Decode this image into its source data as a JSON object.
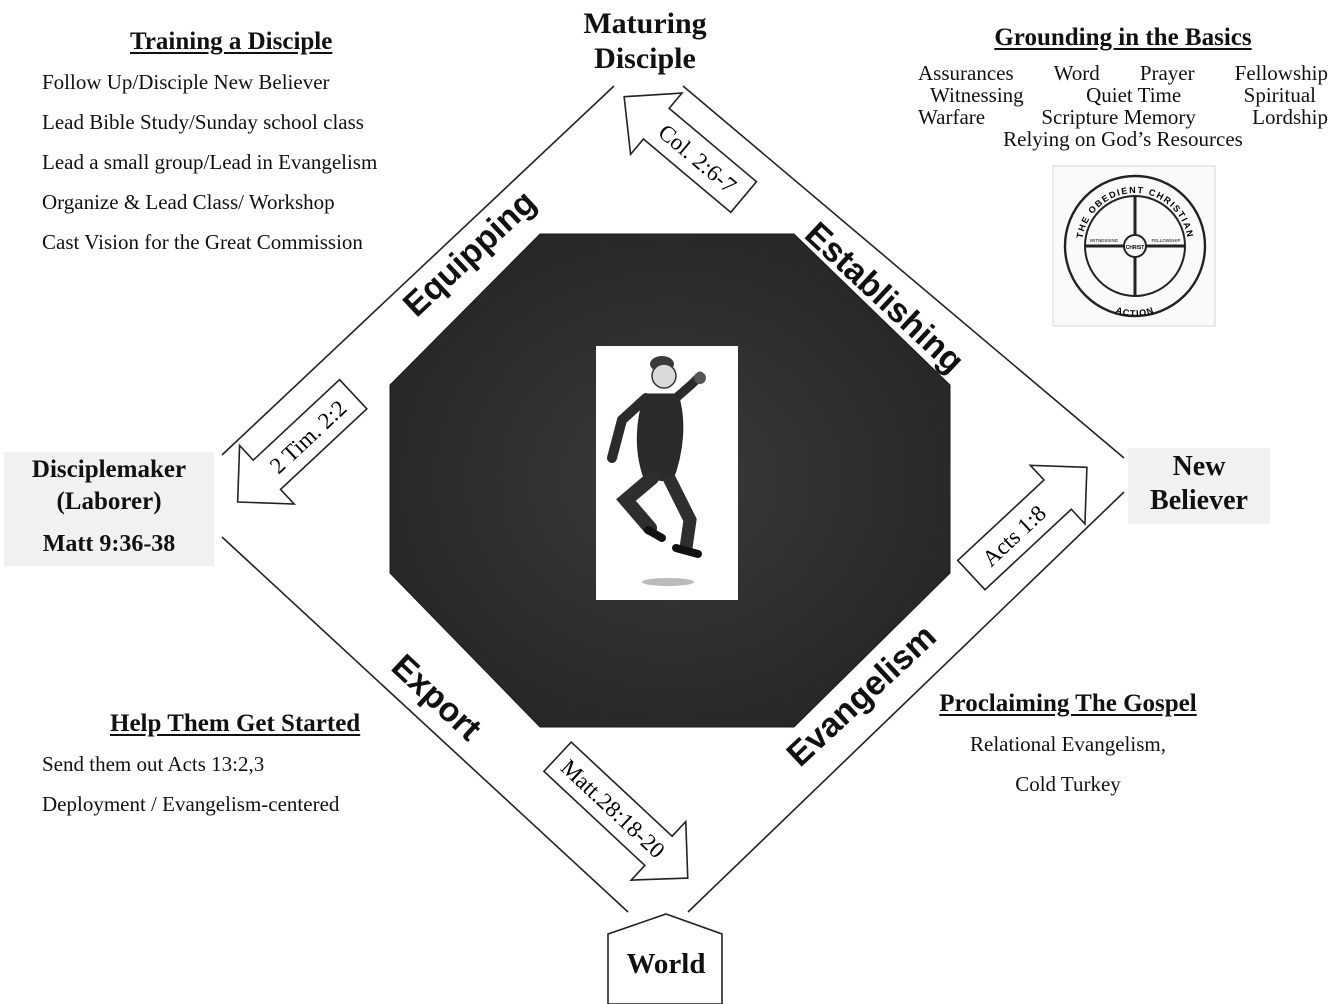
{
  "nodes": {
    "maturing": [
      "Maturing",
      "Disciple"
    ],
    "new_believer": [
      "New",
      "Believer"
    ],
    "disciplemaker": [
      "Disciplemaker",
      "(Laborer)"
    ],
    "disciplemaker_ref": "Matt 9:36-38",
    "world": "World"
  },
  "phases": {
    "equipping": "Equipping",
    "establishing": "Establishing",
    "evangelism": "Evangelism",
    "export": "Export"
  },
  "arrows": {
    "col": "Col. 2:6-7",
    "tim": "2 Tim. 2:2",
    "acts": "Acts 1:8",
    "matt": "Matt.28:18-20"
  },
  "training": {
    "title": "Training a Disciple",
    "items": [
      "Follow Up/Disciple New Believer",
      "Lead Bible Study/Sunday school class",
      "Lead a small group/Lead in Evangelism",
      "Organize & Lead  Class/ Workshop",
      "Cast Vision for the Great Commission"
    ]
  },
  "grounding": {
    "title": "Grounding in the Basics",
    "row1": [
      "Assurances",
      "Word",
      "Prayer",
      "Fellowship"
    ],
    "row2": [
      "Witnessing",
      "Quiet Time",
      "Spiritual"
    ],
    "row3": [
      "Warfare",
      "Scripture Memory",
      "Lordship"
    ],
    "row4": "Relying on God’s Resources"
  },
  "export_panel": {
    "title": "Help Them Get Started",
    "items": [
      "Send them out  Acts 13:2,3",
      "Deployment / Evangelism-centered"
    ]
  },
  "proclaim": {
    "title": "Proclaiming The Gospel",
    "items": [
      "Relational Evangelism,",
      "Cold Turkey"
    ]
  },
  "badge": {
    "ring_text": "THE OBEDIENT CHRISTIAN",
    "bottom_text": "ACTION",
    "center": "CHRIST",
    "left_word": "WITNESSING",
    "right_word": "FELLOWSHIP"
  },
  "colors": {
    "octagon": "#2f2f2f",
    "ink": "#111111",
    "paper": "#ffffff"
  }
}
